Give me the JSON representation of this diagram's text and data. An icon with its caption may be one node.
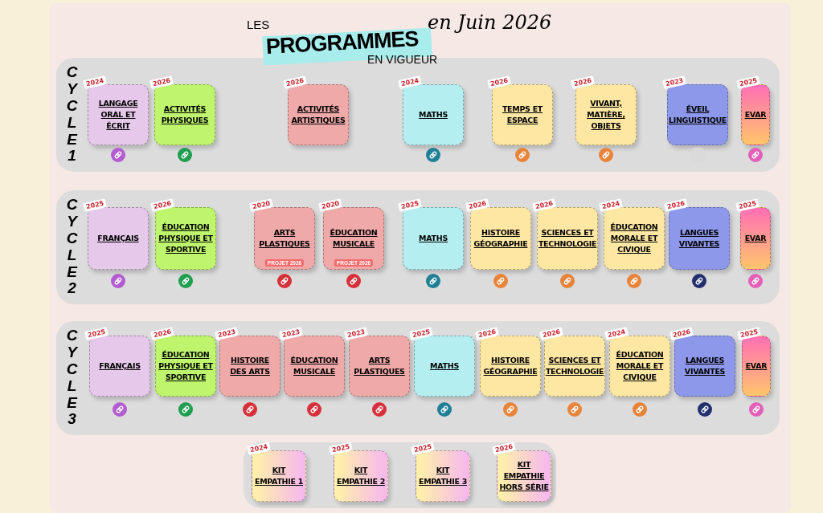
{
  "diagram": {
    "title": "LES PROGRAMMES EN VIGUEUR",
    "nodes": [
      {
        "text": [
          "CYCLE 1"
        ]
      },
      {
        "text": [
          "2024",
          "LANGAGE ORAL ET ÉCRIT"
        ],
        "in": 0
      },
      {
        "text": [
          "2026",
          "ACTIVITÉS PHYSIQUES"
        ],
        "in": 0
      },
      {
        "text": [
          "2026",
          "ACTIVITÉS ARTISTIQUES"
        ],
        "in": 0
      },
      {
        "text": [
          "2024",
          "MATHS"
        ],
        "in": 0
      },
      {
        "text": [
          "2026",
          "TEMPS ET ESPACE"
        ],
        "in": 0
      },
      {
        "text": [
          "2026",
          "VIVANT, MATIÈRE, OBJETS"
        ],
        "in": 0
      },
      {
        "text": [
          "2023",
          "ÉVEIL LINGUISTIQUE"
        ],
        "in": 0
      },
      {
        "text": [
          "2025",
          "EVAR"
        ],
        "in": 0
      },
      {
        "text": [
          "CYCLE 2"
        ]
      },
      {
        "text": [
          "2025",
          "FRANÇAIS"
        ],
        "in": 9
      },
      {
        "text": [
          "2026",
          "ÉDUCATION PHYSIQUE ET SPORTIVE"
        ],
        "in": 9
      },
      {
        "text": [
          "2020",
          "ARTS PLASTIQUES",
          "PROJET 2026"
        ],
        "in": 9
      },
      {
        "text": [
          "2020",
          "ÉDUCATION MUSICALE",
          "PROJET 2026"
        ],
        "in": 9
      },
      {
        "text": [
          "2025",
          "MATHS"
        ],
        "in": 9
      },
      {
        "text": [
          "2026",
          "HISTOIRE GÉOGRAPHIE"
        ],
        "in": 9
      },
      {
        "text": [
          "2026",
          "SCIENCES ET TECHNOLOGIE"
        ],
        "in": 9
      },
      {
        "text": [
          "2024",
          "ÉDUCATION MORALE ET CIVIQUE"
        ],
        "in": 9
      },
      {
        "text": [
          "2026",
          "LANGUES VIVANTES"
        ],
        "in": 9
      },
      {
        "text": [
          "2025",
          "EVAR"
        ],
        "in": 9
      },
      {
        "text": [
          "CYCLE 3"
        ]
      },
      {
        "text": [
          "2025",
          "FRANÇAIS"
        ],
        "in": 20
      },
      {
        "text": [
          "2026",
          "ÉDUCATION PHYSIQUE ET SPORTIVE"
        ],
        "in": 20
      },
      {
        "text": [
          "2023",
          "HISTOIRE DES ARTS"
        ],
        "in": 20
      },
      {
        "text": [
          "2023",
          "ÉDUCATION MUSICALE"
        ],
        "in": 20
      },
      {
        "text": [
          "2023",
          "ARTS PLASTIQUES"
        ],
        "in": 20
      },
      {
        "text": [
          "2025",
          "MATHS"
        ],
        "in": 20
      },
      {
        "text": [
          "2026",
          "HISTOIRE GÉOGRAPHIE"
        ],
        "in": 20
      },
      {
        "text": [
          "2026",
          "SCIENCES ET TECHNOLOGIE"
        ],
        "in": 20
      },
      {
        "text": [
          "2024",
          "ÉDUCATION MORALE ET CIVIQUE"
        ],
        "in": 20
      },
      {
        "text": [
          "2026",
          "LANGUES VIVANTES"
        ],
        "in": 20
      },
      {
        "text": [
          "2025",
          "EVAR"
        ],
        "in": 20
      },
      {
        "text": [],
        "shape": "box"
      },
      {
        "text": [
          "2024",
          "KIT EMPATHIE 1"
        ],
        "in": 32
      },
      {
        "text": [
          "2025",
          "KIT EMPATHIE 2"
        ],
        "in": 32
      },
      {
        "text": [
          "2025",
          "KIT EMPATHIE 3"
        ],
        "in": 32
      },
      {
        "text": [
          "2026",
          "KIT EMPATHIE HORS SÉRIE"
        ],
        "in": 32
      }
    ],
    "labels": [
      "en Juin 2026"
    ]
  }
}
